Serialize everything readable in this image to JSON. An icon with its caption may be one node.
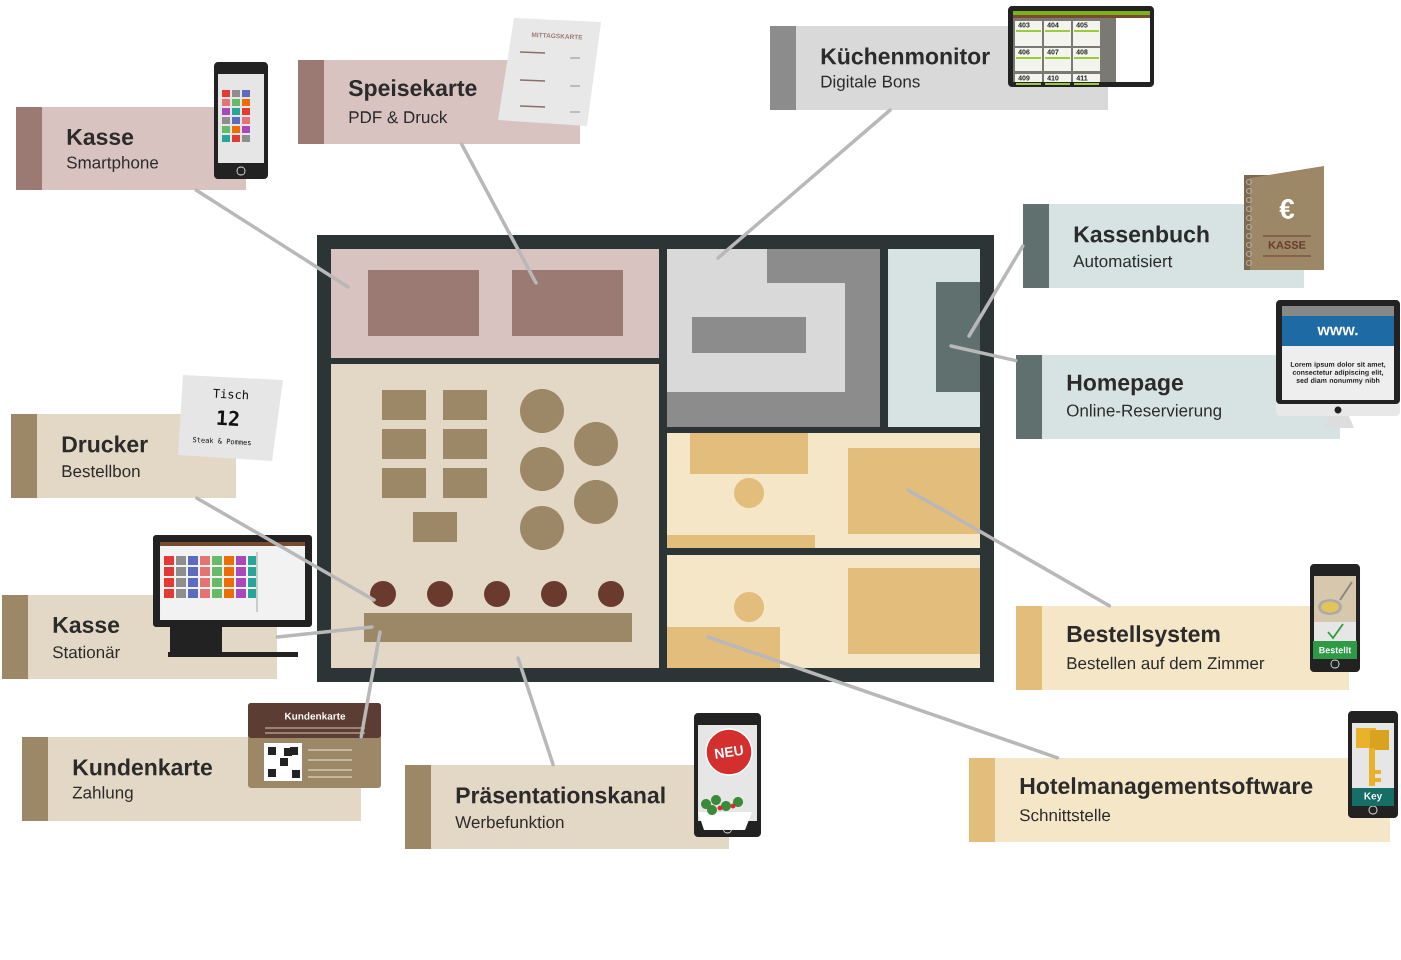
{
  "diagram": {
    "nodes": [
      {
        "text": [
          "Kasse",
          "Smartphone"
        ]
      },
      {
        "text": [
          "Speisekarte",
          "PDF & Druck"
        ]
      },
      {
        "text": [
          "Küchenmonitor",
          "Digitale Bons"
        ]
      },
      {
        "text": [
          "Kassenbuch",
          "Automatisiert"
        ]
      },
      {
        "text": [
          "Homepage",
          "Online-Reservierung"
        ]
      },
      {
        "text": [
          "Drucker",
          "Bestellbon"
        ]
      },
      {
        "text": [
          "Kasse",
          "Stationär"
        ]
      },
      {
        "text": [
          "Kundenkarte",
          "Zahlung"
        ]
      },
      {
        "text": [
          "Präsentationskanal",
          "Werbefunktion"
        ]
      },
      {
        "text": [
          "Bestellsystem",
          "Bestellen auf dem Zimmer"
        ]
      },
      {
        "text": [
          "Hotelmanagementsoftware",
          "Schnittstelle"
        ]
      }
    ],
    "edges": [
      {
        "from": 0,
        "to": null,
        "arrow": "none"
      },
      {
        "from": 1,
        "to": null,
        "arrow": "none"
      },
      {
        "from": 2,
        "to": null,
        "arrow": "none"
      },
      {
        "from": 3,
        "to": null,
        "arrow": "none"
      },
      {
        "from": 4,
        "to": null,
        "arrow": "none"
      },
      {
        "from": 5,
        "to": null,
        "arrow": "none"
      },
      {
        "from": 6,
        "to": null,
        "arrow": "none"
      },
      {
        "from": 7,
        "to": null,
        "arrow": "none"
      },
      {
        "from": 8,
        "to": null,
        "arrow": "none"
      },
      {
        "from": 9,
        "to": null,
        "arrow": "none"
      },
      {
        "from": 10,
        "to": null,
        "arrow": "none"
      }
    ],
    "labels": [
      "MITTAGSKARTE",
      "403",
      "404",
      "405",
      "406",
      "407",
      "408",
      "409",
      "410",
      "411",
      "€",
      "KASSE",
      "www.",
      "Lorem ipsum dolor sit amet, consectetur adipiscing elit, sed diam nonummy nibh",
      "Tisch",
      "12",
      "Steak & Pommes",
      "Kundenkarte",
      "NEU",
      "Bestellt",
      "Key"
    ]
  }
}
